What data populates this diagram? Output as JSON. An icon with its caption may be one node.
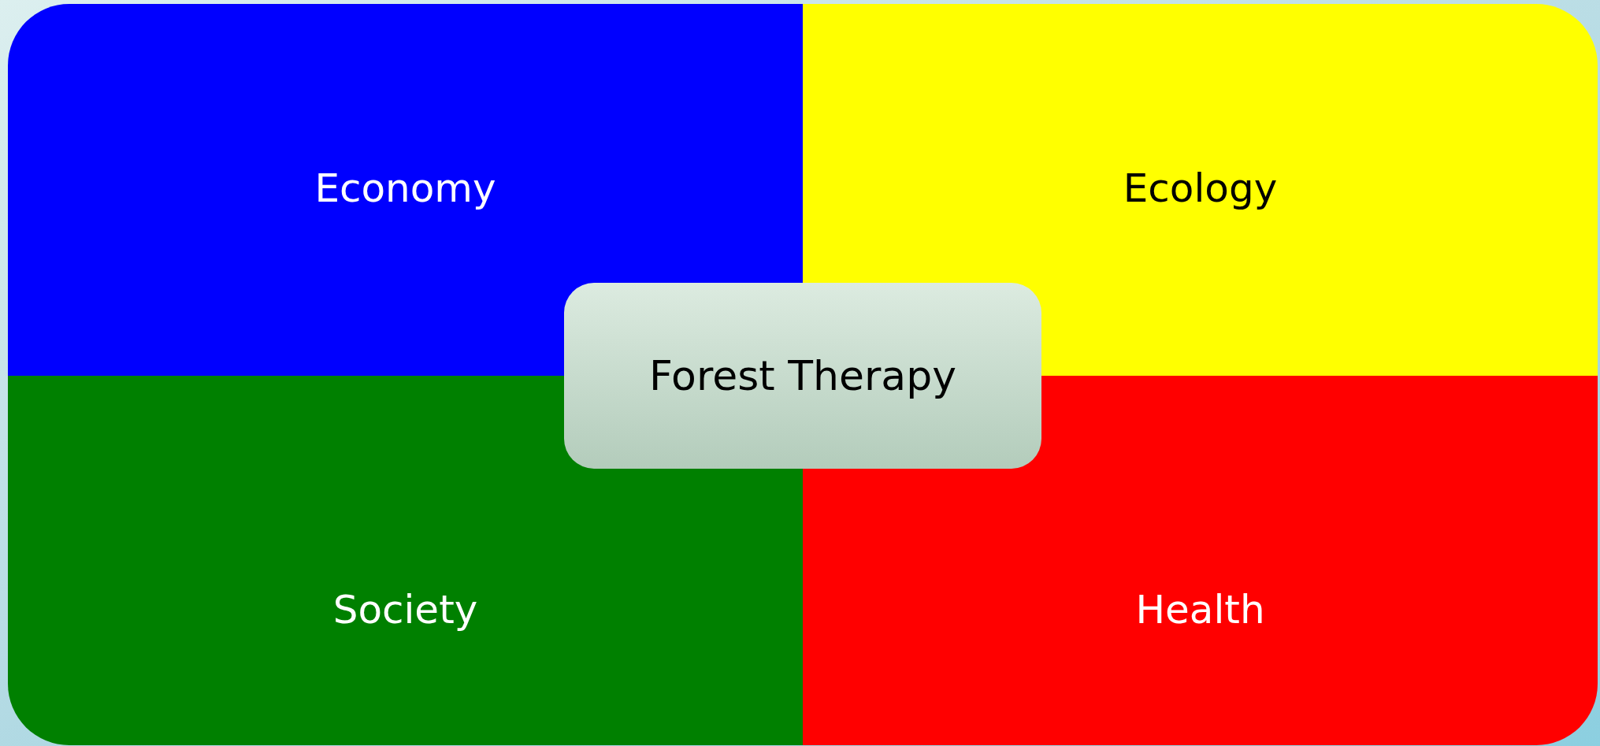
{
  "diagram": {
    "nodes": [
      {
        "text": [
          "Economy"
        ]
      },
      {
        "text": [
          "Ecology"
        ]
      },
      {
        "text": [
          "Society"
        ]
      },
      {
        "text": [
          "Health"
        ]
      },
      {
        "text": [
          "Forest Therapy"
        ]
      }
    ]
  }
}
